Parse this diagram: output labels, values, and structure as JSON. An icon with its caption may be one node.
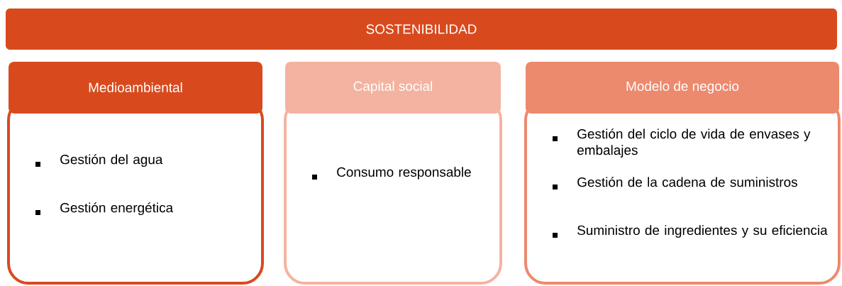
{
  "diagram": {
    "nodes": [
      {
        "text": [
          "SOSTENIBILIDAD"
        ]
      },
      {
        "text": [
          "Medioambiental",
          "Gestión del agua",
          "Gestión energética"
        ]
      },
      {
        "text": [
          "Capital social",
          "Consumo responsable"
        ]
      },
      {
        "text": [
          "Modelo de negocio",
          "Gestión del ciclo de vida de envases y embalajes",
          "Gestión de la cadena de suministros",
          "Suministro de ingredientes y su eficiencia"
        ]
      }
    ]
  }
}
